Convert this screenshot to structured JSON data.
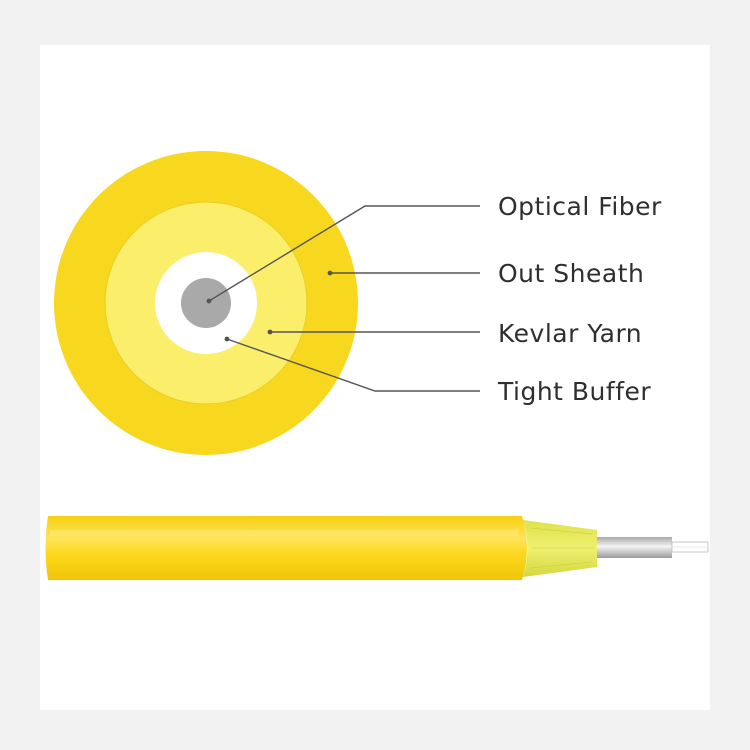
{
  "diagram": {
    "labels": {
      "optical_fiber": "Optical Fiber",
      "out_sheath": "Out Sheath",
      "kevlar_yarn": "Kevlar Yarn",
      "tight_buffer": "Tight Buffer"
    },
    "colors": {
      "out_sheath": "#f8d71f",
      "kevlar_yarn": "#fbee6b",
      "tight_buffer": "#ffffff",
      "optical_fiber": "#a9a9a9",
      "leader_line": "#555555",
      "cable_body": "#fcd81d",
      "cable_highlight": "#ffe85a",
      "kevlar_end": "#e6ea55",
      "buffer_end": "#c8c8c8"
    }
  }
}
